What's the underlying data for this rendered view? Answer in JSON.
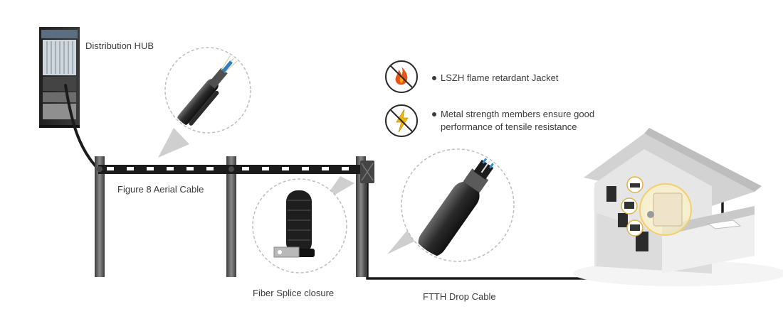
{
  "labels": {
    "hub": "Distribution HUB",
    "aerial": "Figure 8 Aerial Cable",
    "splice": "Fiber Splice closure",
    "drop": "FTTH Drop Cable"
  },
  "features": [
    {
      "icon": "flame-prohibited-icon",
      "text": "LSZH flame retardant Jacket"
    },
    {
      "icon": "lightning-prohibited-icon",
      "text_line1": "Metal strength members ensure good",
      "text_line2": "performance of tensile resistance"
    }
  ],
  "colors": {
    "cable": "#1b1b1b",
    "pole": "#5a5a5a",
    "house": "#d6d6d6",
    "icon_ring": "#e9a53a",
    "flame": "#e8551c",
    "bolt": "#f2b705"
  }
}
